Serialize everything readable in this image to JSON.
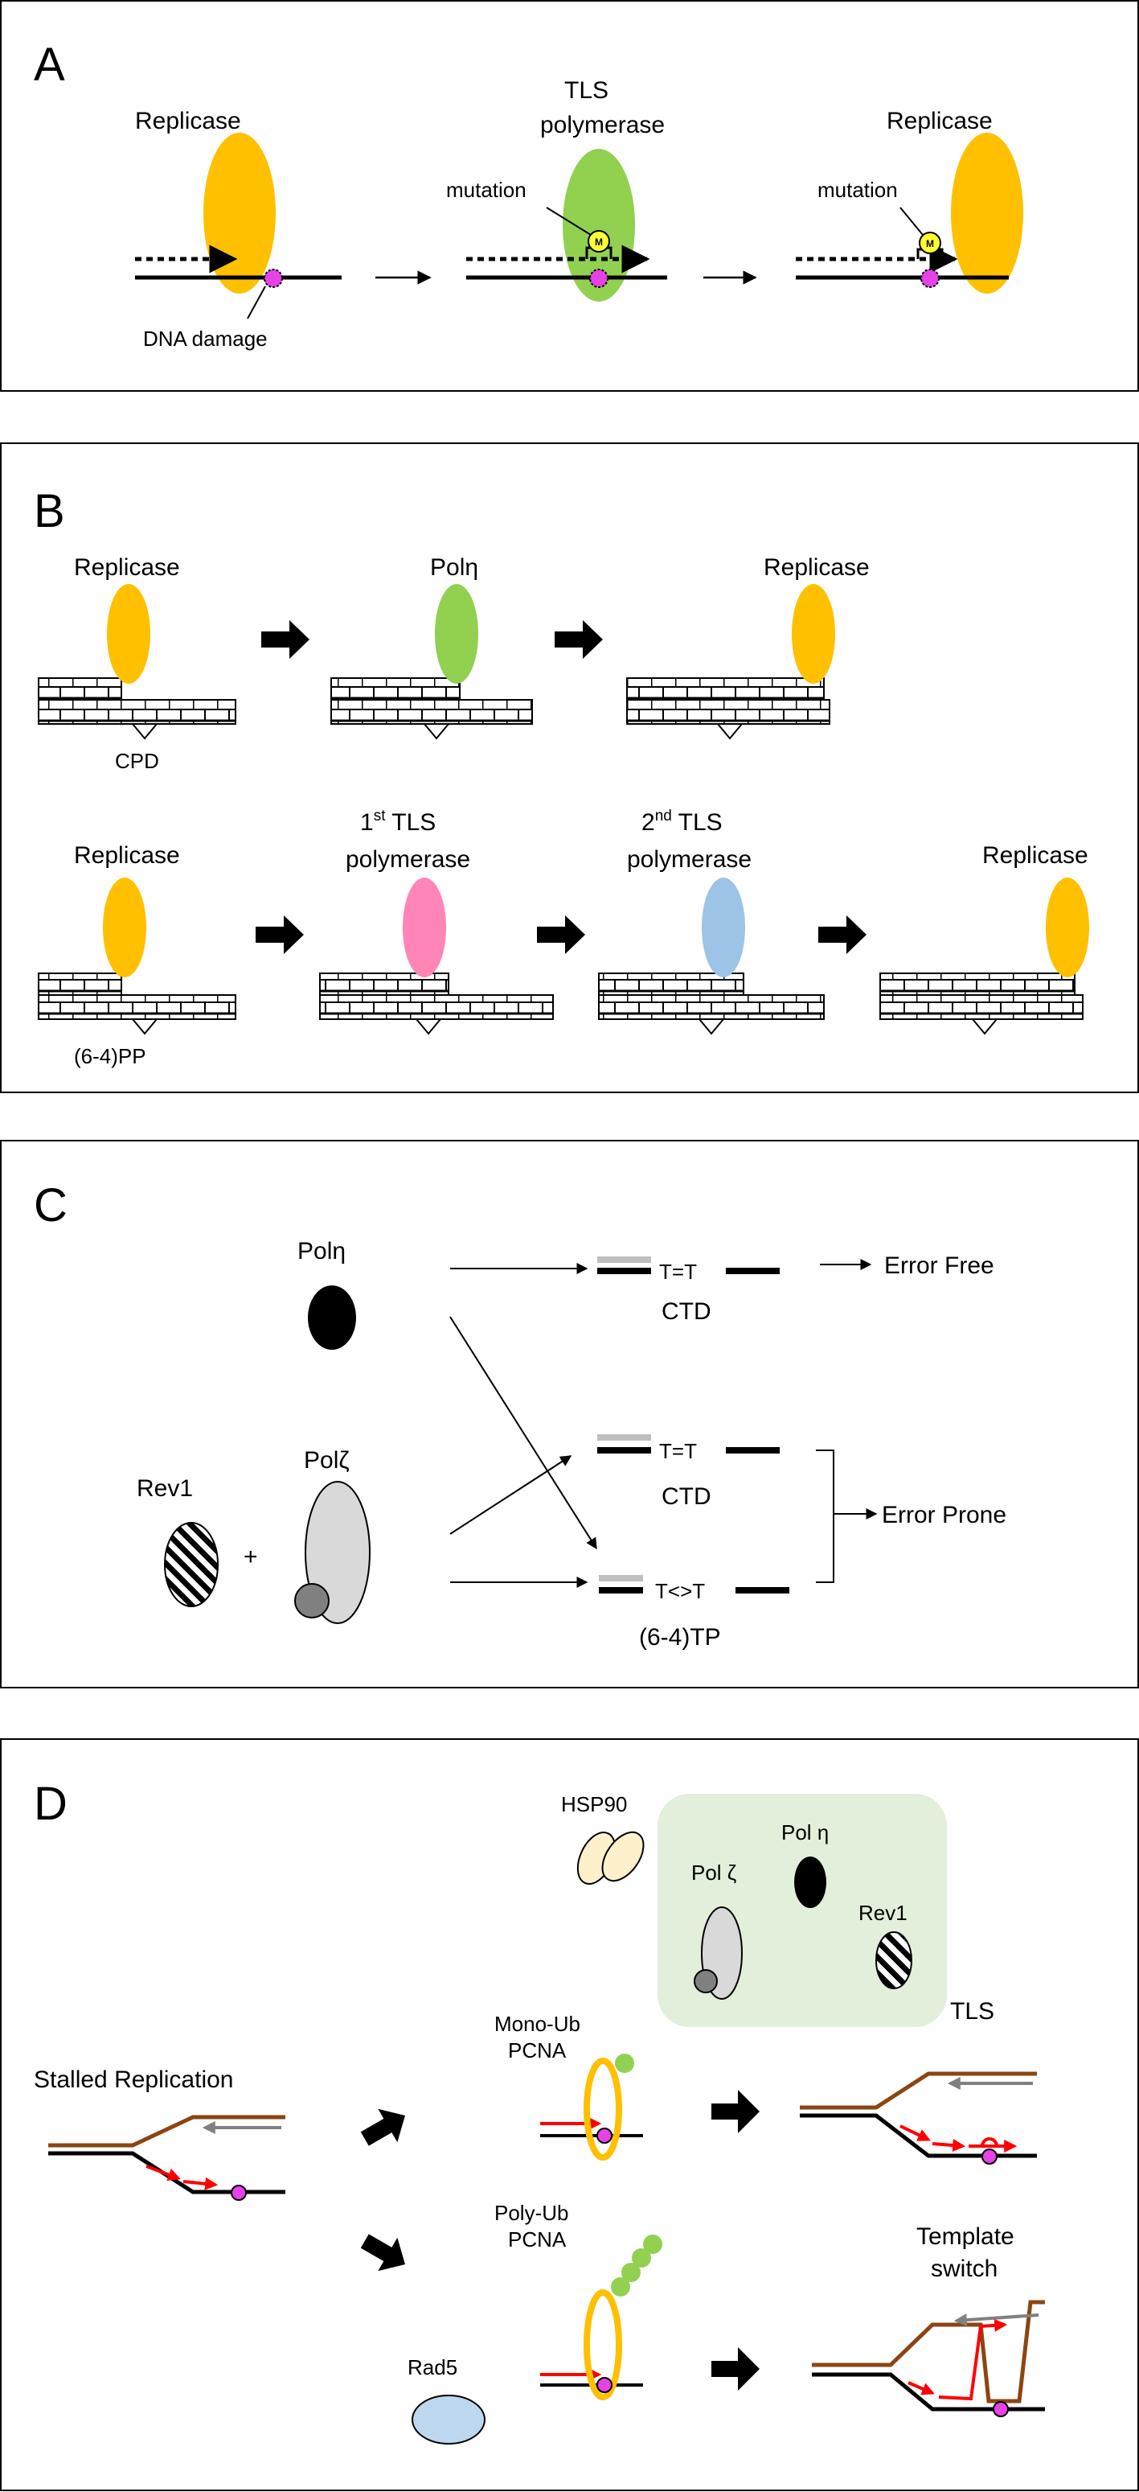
{
  "panels": {
    "a": {
      "letter": "A",
      "replicase_1": "Replicase",
      "tls_line1": "TLS",
      "tls_line2": "polymerase",
      "replicase_2": "Replicase",
      "mutation_1": "mutation",
      "mutation_2": "mutation",
      "dna_damage": "DNA damage",
      "mutation_badge": "M"
    },
    "b": {
      "letter": "B",
      "row1_replicase_1": "Replicase",
      "row1_pol_eta": "Polη",
      "row1_replicase_2": "Replicase",
      "cpd": "CPD",
      "row2_replicase_1": "Replicase",
      "first_num": "1",
      "first_sup": "st",
      "first_rest": " TLS",
      "first_line2": "polymerase",
      "second_num": "2",
      "second_sup": "nd",
      "second_rest": " TLS",
      "second_line2": "polymerase",
      "row2_replicase_2": "Replicase",
      "six_four_pp": "(6-4)PP"
    },
    "c": {
      "letter": "C",
      "pol_eta": "Polη",
      "rev1": "Rev1",
      "plus": "+",
      "pol_zeta": "Polζ",
      "tt_1": "T=T",
      "ctd_1": "CTD",
      "error_free": "Error Free",
      "tt_2": "T=T",
      "ctd_2": "CTD",
      "tt_3": "T<>T",
      "six_four_tp": "(6-4)TP",
      "error_prone": "Error Prone"
    },
    "d": {
      "letter": "D",
      "hsp90": "HSP90",
      "pol_eta": "Pol η",
      "pol_zeta": "Pol ζ",
      "rev1": "Rev1",
      "tls": "TLS",
      "mono_ub_1": "Mono-Ub",
      "mono_ub_2": "PCNA",
      "stalled": "Stalled Replication",
      "poly_ub_1": "Poly-Ub",
      "poly_ub_2": "PCNA",
      "template_1": "Template",
      "template_2": "switch",
      "rad5": "Rad5"
    }
  },
  "colors": {
    "replicase": "#FFC000",
    "pol_eta_green": "#92D050",
    "first_tls_pink": "#FF85B6",
    "second_tls_blue": "#9DC3E6",
    "lesion_magenta": "#E642E6",
    "mutation_yellow": "#FFFF33",
    "pcna_orange": "#FFC000",
    "ubiquitin_green": "#92D050",
    "strand_brown": "#8B4513",
    "nascent_red": "#FF0000",
    "hsp90_cream": "#FFF0CC",
    "polymerase_box_green": "#E2EFDA",
    "rad5_blue": "#BDD7EE",
    "pol_zeta_grey": "#D9D9D9"
  }
}
